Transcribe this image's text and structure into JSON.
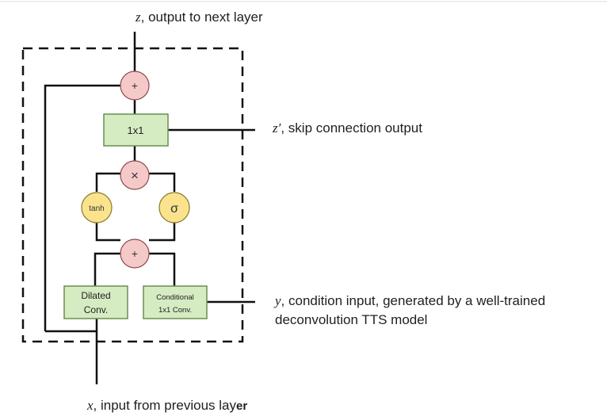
{
  "labels": {
    "output_var": "z",
    "output_text": ", output to next layer",
    "skip_var": "z′",
    "skip_text": ", skip connection output",
    "cond_var": "y",
    "cond_text_line1": ", condition input, generated by a well-trained",
    "cond_text_line2": "deconvolution TTS model",
    "input_var": "x",
    "input_text_a": ", input from previous lay",
    "input_text_b": "er"
  },
  "blocks": {
    "conv1x1": "1x1",
    "dilated_line1": "Dilated",
    "dilated_line2": "Conv.",
    "conditional_line1": "Conditional",
    "conditional_line2": "1x1 Conv."
  },
  "ops": {
    "top_add": "+",
    "multiply": "×",
    "bottom_add": "+",
    "tanh": "tanh",
    "sigmoid": "σ"
  },
  "colors": {
    "block_fill": "#d5ecc2",
    "block_stroke": "#6a8f4f",
    "op_fill": "#f6c9c9",
    "op_stroke": "#8a4a4a",
    "act_fill": "#fbe38e",
    "act_stroke": "#8a7a2a",
    "line": "#111111"
  }
}
